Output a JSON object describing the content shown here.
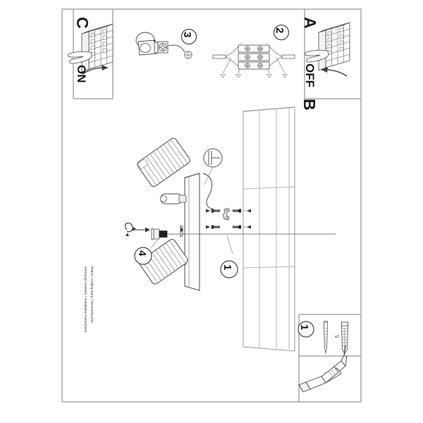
{
  "document": {
    "type": "installation-instruction-sheet",
    "title_lines": [
      "Instrukcja montażu / Installation instructions",
      "Plafon / Ceiling lamp / Deckenleuchte"
    ],
    "ink_color": "#1a1a1a",
    "line_color": "#555555",
    "background": "#ffffff"
  },
  "panels": {
    "panel_c": {
      "letter": "C",
      "state": "ON",
      "icon": "hand-switching-circuit-breaker-icon"
    },
    "panel_a": {
      "letter": "A",
      "state": "OFF",
      "icon": "hand-switching-circuit-breaker-icon"
    },
    "panel_b": {
      "letter": "B",
      "icon": "wall-mounted-lamp-panel-icon"
    }
  },
  "steps": [
    {
      "number": "1",
      "name": "mounting-bracket-screws-step"
    },
    {
      "number": "2",
      "name": "terminal-block-wiring-step"
    },
    {
      "number": "3",
      "name": "cable-gland-screw-step"
    },
    {
      "number": "4",
      "name": "bulb-insertion-step"
    },
    {
      "number": "1",
      "name": "wall-plug-drill-step"
    }
  ],
  "parts": {
    "screw_and_plug": {
      "quantity_label": "x2",
      "screw_icon": "wood-screw-icon",
      "plug_icon": "wall-plug-icon"
    },
    "tool": {
      "icon": "cordless-drill-icon"
    },
    "bulb": {
      "icon": "gu10-bulb-icon"
    },
    "terminal_block": {
      "icon": "terminal-block-icon",
      "rows": 3,
      "columns": 2
    },
    "cable_gland": {
      "icon": "cable-gland-icon"
    },
    "screwdriver_mark": {
      "icon": "phillips-screw-head-icon"
    },
    "rotation_arrow": {
      "icon": "rotation-arrow-icon"
    },
    "bracket": {
      "icon": "wall-bracket-icon"
    }
  }
}
